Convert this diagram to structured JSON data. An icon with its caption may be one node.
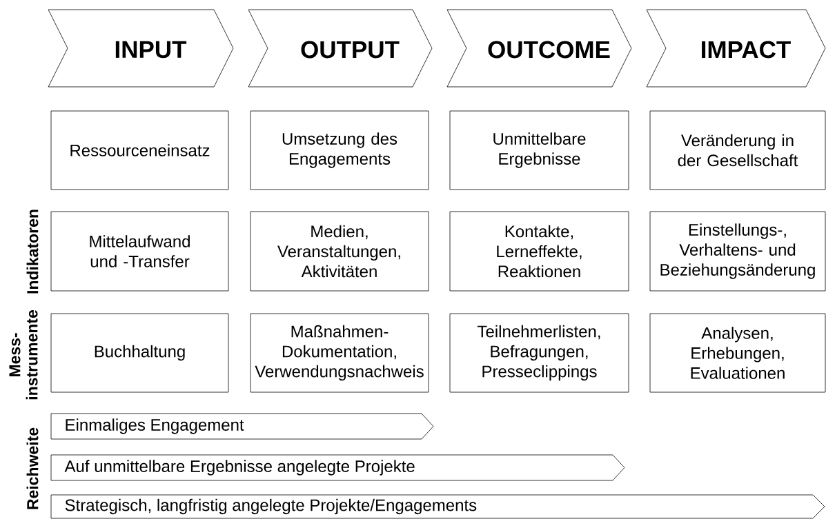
{
  "diagram": {
    "nodes": [
      {
        "text": [
          "INPUT"
        ]
      },
      {
        "text": [
          "OUTPUT"
        ]
      },
      {
        "text": [
          "OUTCOME"
        ]
      },
      {
        "text": [
          "IMPACT"
        ]
      },
      {
        "text": [
          "Ressourceneinsatz"
        ]
      },
      {
        "text": [
          "Umsetzung des Engagements"
        ]
      },
      {
        "text": [
          "Unmittelbare Ergebnisse"
        ]
      },
      {
        "text": [
          "Veränderung in der Gesellschaft"
        ]
      },
      {
        "text": [
          "Mittelaufwand und -Transfer"
        ]
      },
      {
        "text": [
          "Medien, Veranstaltungen, Aktivitäten"
        ]
      },
      {
        "text": [
          "Kontakte, Lerneffekte, Reaktionen"
        ]
      },
      {
        "text": [
          "Einstellungs-, Verhaltens- und Beziehungsänderung"
        ]
      },
      {
        "text": [
          "Buchhaltung"
        ]
      },
      {
        "text": [
          "Maßnahmen-Dokumentation, Verwendungsnachweis"
        ]
      },
      {
        "text": [
          "Teilnehmerlisten, Befragungen, Presseclippings"
        ]
      },
      {
        "text": [
          "Analysen, Erhebungen, Evaluationen"
        ]
      },
      {
        "text": [
          "Einmaliges Engagement"
        ]
      },
      {
        "text": [
          "Auf unmittelbare Ergebnisse angelegte Projekte"
        ]
      },
      {
        "text": [
          "Strategisch, langfristig angelegte Projekte/Engagements"
        ]
      }
    ],
    "labels": [
      "Indikatoren",
      "Mess- instrumente",
      "Reichweite"
    ]
  }
}
